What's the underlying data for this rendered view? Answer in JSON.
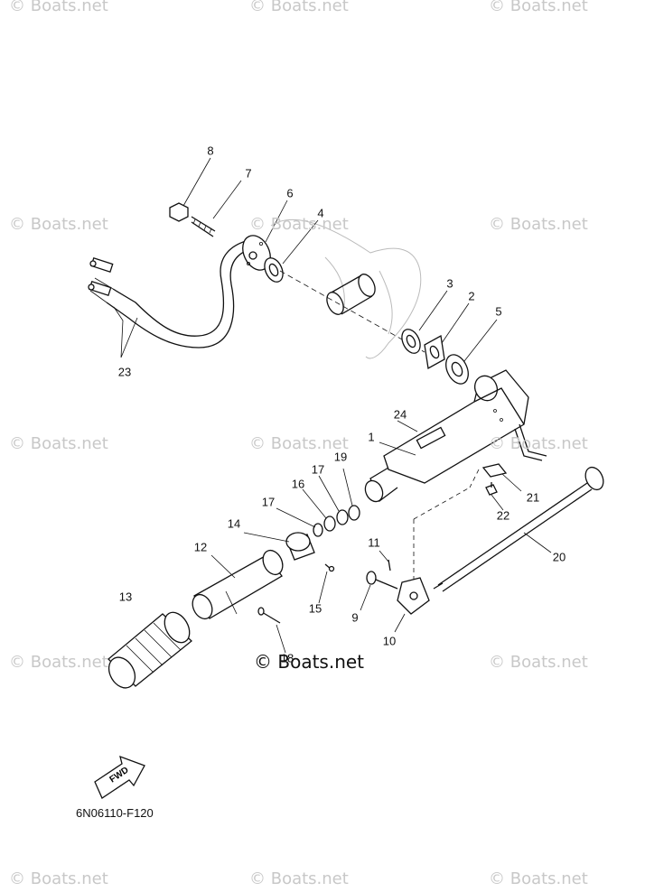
{
  "watermarks": [
    "© Boats.net"
  ],
  "center_watermark": "© Boats.net",
  "diagram_code": "6N06110-F120",
  "fwd_label": "FWD",
  "callouts": [
    "1",
    "2",
    "3",
    "4",
    "5",
    "6",
    "7",
    "8",
    "9",
    "10",
    "11",
    "12",
    "13",
    "14",
    "15",
    "16",
    "17",
    "17",
    "19",
    "20",
    "21",
    "22",
    "23",
    "24",
    "18"
  ]
}
